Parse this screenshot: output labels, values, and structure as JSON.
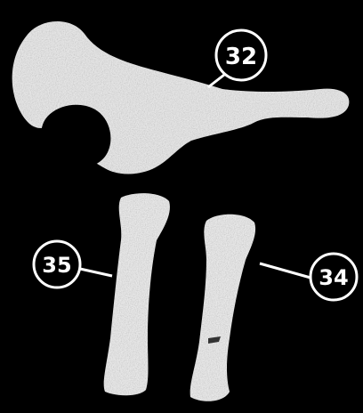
{
  "figure": {
    "background_color": "#000000",
    "bone_color": "#e9e9e9",
    "callouts": [
      {
        "id": "callout-32",
        "label": "32"
      },
      {
        "id": "callout-35",
        "label": "35"
      },
      {
        "id": "callout-34",
        "label": "34"
      }
    ]
  }
}
